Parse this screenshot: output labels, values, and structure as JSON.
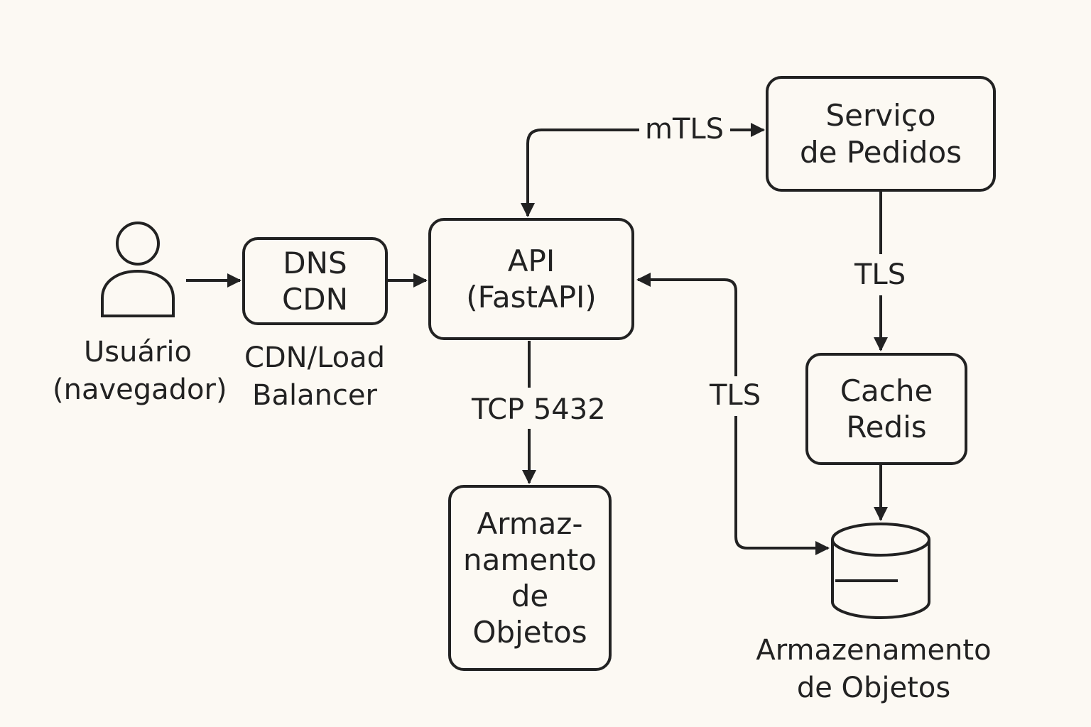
{
  "nodes": {
    "user": {
      "label_line1": "Usuário",
      "label_line2": "(navegador)",
      "icon": "user-icon"
    },
    "dns_cdn": {
      "line1": "DNS",
      "line2": "CDN",
      "caption_line1": "CDN/Load",
      "caption_line2": "Balancer"
    },
    "api": {
      "line1": "API",
      "line2": "(FastAPI)"
    },
    "pedidos": {
      "line1": "Serviço",
      "line2": "de Pedidos"
    },
    "redis": {
      "line1": "Cache",
      "line2": "Redis"
    },
    "obj_box": {
      "line1": "Armaz-",
      "line2": "namento",
      "line3": "de",
      "line4": "Objetos"
    },
    "obj_db": {
      "caption_line1": "Armazenamento",
      "caption_line2": "de Objetos",
      "icon": "database-icon"
    }
  },
  "connections": {
    "mtls": "mTLS",
    "tls_pedidos_redis": "TLS",
    "tls_api_db": "TLS",
    "tcp": "TCP 5432"
  },
  "colors": {
    "background": "#fcf9f3",
    "stroke": "#222222"
  }
}
